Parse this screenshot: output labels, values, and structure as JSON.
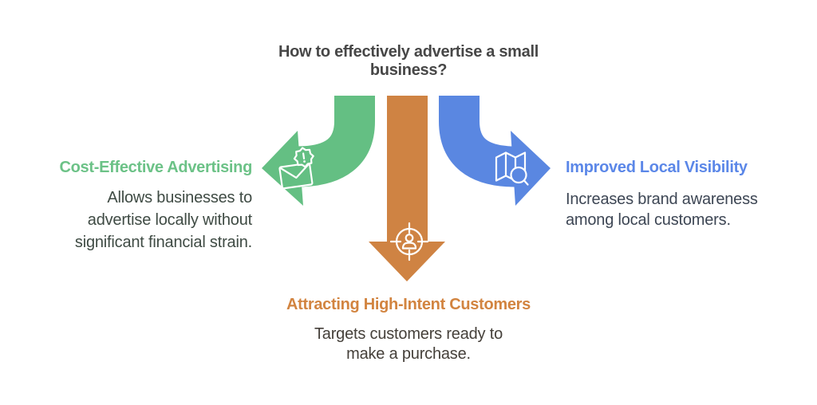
{
  "background_color": "#ffffff",
  "title": {
    "line1": "How to effectively advertise a small",
    "line2": "business?",
    "color": "#474747"
  },
  "branches": {
    "left": {
      "heading": "Cost-Effective Advertising",
      "body": [
        "Allows businesses to",
        "advertise locally without",
        "significant financial strain."
      ],
      "arrow_color": "#64BF83",
      "heading_color": "#6CC287",
      "body_color": "#3F4B44",
      "icon": "mail-notification-icon"
    },
    "center": {
      "heading": "Attracting High-Intent Customers",
      "body": [
        "Targets customers ready to",
        "make a purchase."
      ],
      "arrow_color": "#CF8343",
      "heading_color": "#D28440",
      "body_color": "#45403A",
      "icon": "target-customer-icon"
    },
    "right": {
      "heading": "Improved Local Visibility",
      "body": [
        "Increases brand awareness",
        "among local customers."
      ],
      "arrow_color": "#5A87E1",
      "heading_color": "#5B87E8",
      "body_color": "#3D4654",
      "icon": "map-search-icon"
    }
  }
}
